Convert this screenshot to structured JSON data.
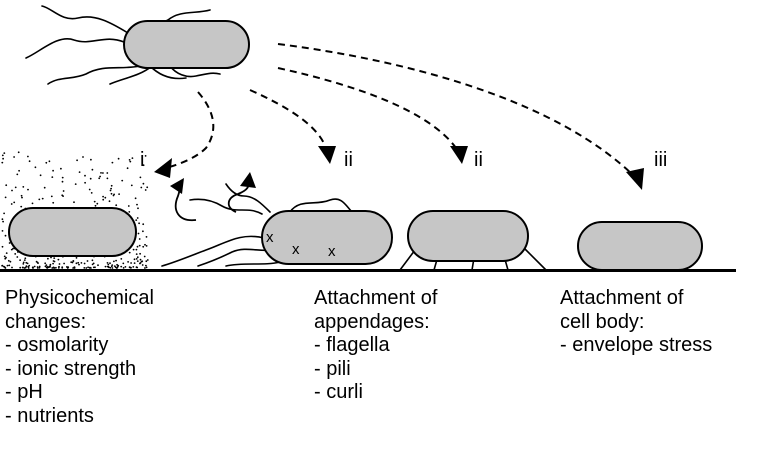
{
  "stage_labels": {
    "i": "i",
    "ii_a": "ii",
    "ii_b": "ii",
    "iii": "iii"
  },
  "marks": [
    "x",
    "x",
    "x"
  ],
  "captions": {
    "physicochemical": {
      "title": "Physicochemical",
      "subtitle": "changes:",
      "items": [
        "- osmolarity",
        "- ionic strength",
        "- pH",
        "- nutrients"
      ]
    },
    "appendages": {
      "title": "Attachment of",
      "subtitle": "appendages:",
      "items": [
        "- flagella",
        "- pili",
        "- curli"
      ]
    },
    "cell_body": {
      "title": "Attachment of",
      "subtitle": "cell body:",
      "items": [
        "- envelope stress"
      ]
    }
  }
}
